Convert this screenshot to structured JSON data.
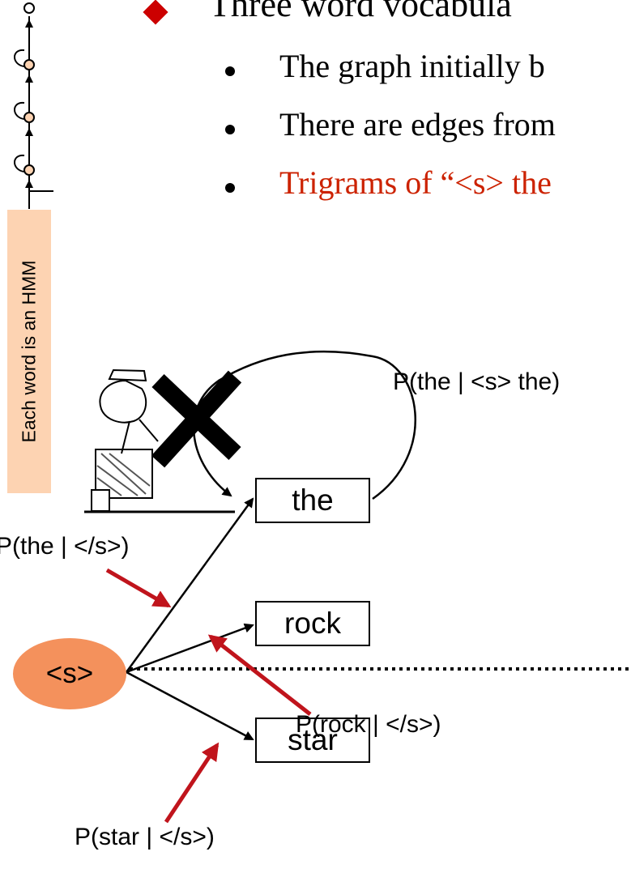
{
  "heading": "Three word vocabula",
  "bullets": [
    "The graph initially b",
    "There are edges from",
    "Trigrams of “<s> the"
  ],
  "side_label": "Each word is an HMM",
  "nodes": {
    "start": "<s>",
    "the": "the",
    "rock": "rock",
    "star": "star"
  },
  "edge_labels": {
    "the_self": "P(the | <s> the)",
    "the": "P(the | </s>)",
    "rock": "P(rock | </s>)",
    "star": "P(star | </s>)"
  },
  "colors": {
    "bullet_red": "#cc0000",
    "trigram_text": "#cc2200",
    "start_node": "#f4915c",
    "side_label_bg": "#fdd3b2",
    "pointer_arrow": "#c0141c"
  }
}
